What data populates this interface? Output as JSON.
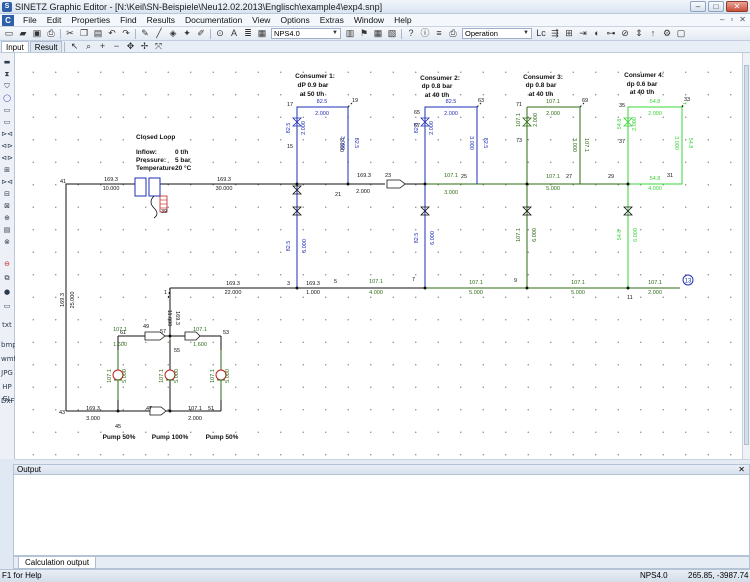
{
  "window": {
    "title": "SINETZ Graphic Editor - [N:\\Keil\\SN-Beispiele\\Neu12.02.2013\\Englisch\\example4\\exp4.snp]",
    "minimize": "–",
    "maximize": "□",
    "close": "✕"
  },
  "menu": {
    "items": [
      "File",
      "Edit",
      "Properties",
      "Find",
      "Results",
      "Documentation",
      "View",
      "Options",
      "Extras",
      "Window",
      "Help"
    ],
    "right_controls": [
      "–",
      "▫",
      "✕"
    ]
  },
  "toolbar": {
    "nps_combo": "NPS4.0",
    "mode_combo": "Operation"
  },
  "tabs": {
    "input": "Input",
    "result": "Result"
  },
  "diagram": {
    "closed_loop": {
      "title": "Closed Loop",
      "inflow_label": "Inflow:",
      "inflow_value": "0 t/h",
      "pressure_label": "Pressure:",
      "pressure_value": "5 bar",
      "temperature_label": "Temperature",
      "temperature_value": "20 °C"
    },
    "consumers": [
      {
        "name": "Consumer 1:",
        "dp": "dP 0.9 bar",
        "flow": "at 50 t/h"
      },
      {
        "name": "Consumer 2:",
        "dp": "dp 0.8 bar",
        "flow": "at 40 t/h"
      },
      {
        "name": "Consumer 3:",
        "dp": "dp 0.8 bar",
        "flow": "at 40 t/h"
      },
      {
        "name": "Consumer 4:",
        "dp": "dp 0.6 bar",
        "flow": "at 40 t/h"
      }
    ],
    "pumps": [
      "Pump 50%",
      "Pump 100%",
      "Pump 50%"
    ],
    "nodes": [
      "41",
      "43",
      "39",
      "1",
      "3",
      "5",
      "7",
      "9",
      "11",
      "13",
      "15",
      "17",
      "19",
      "21",
      "23",
      "25",
      "27",
      "29",
      "31",
      "33",
      "35",
      "37",
      "45",
      "47",
      "49",
      "51",
      "53",
      "55",
      "57",
      "61",
      "63",
      "65",
      "67",
      "69",
      "71",
      "73"
    ],
    "labels": {
      "f_169_3": "169.3",
      "l_10000": "10.000",
      "l_30000": "30.000",
      "l_2000": "2.000",
      "l_3000": "3.000",
      "l_5000": "5.000",
      "l_4000": "4.000",
      "l_22000": "22.000",
      "l_1000": "1.000",
      "l_25000": "25.000",
      "l_11000": "11.000",
      "l_1600": "1.600",
      "l_6000": "6.000",
      "f_107_1": "107.1",
      "f_82_5": "82.5",
      "f_54_8": "54.8",
      "l_3000b": "3.000"
    }
  },
  "output": {
    "title": "Output",
    "close": "✕",
    "tab": "Calculation output"
  },
  "status": {
    "help": "F1 for Help",
    "nps": "NPS4.0",
    "coords": "265.85, -3987.74"
  },
  "colors": {
    "pipe_black": "#111111",
    "pipe_green": "#2e6b13",
    "pipe_blue": "#1f2fb8",
    "pipe_lightgreen": "#38d438"
  }
}
